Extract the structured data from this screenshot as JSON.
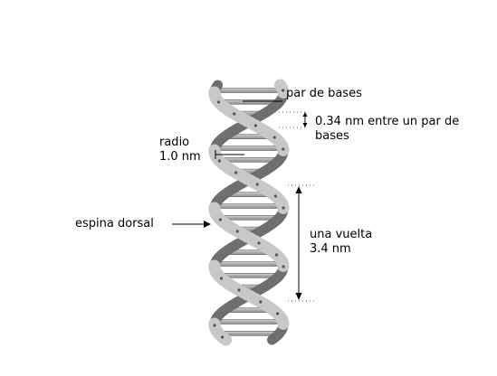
{
  "labels": {
    "base_pair": "par de bases",
    "distance_line1": "0.34 nm entre un par de",
    "distance_line2": "bases",
    "radius_line1": "radio",
    "radius_line2": "1.0 nm",
    "backbone": "espina dorsal",
    "turn_line1": "una vuelta",
    "turn_line2": "3.4 nm"
  },
  "colors": {
    "background": "#ffffff",
    "strand_light": "#c8c8c8",
    "strand_dark": "#6e6e6e",
    "base_pair": "#9a9a9a",
    "annotation_line": "#000000"
  }
}
